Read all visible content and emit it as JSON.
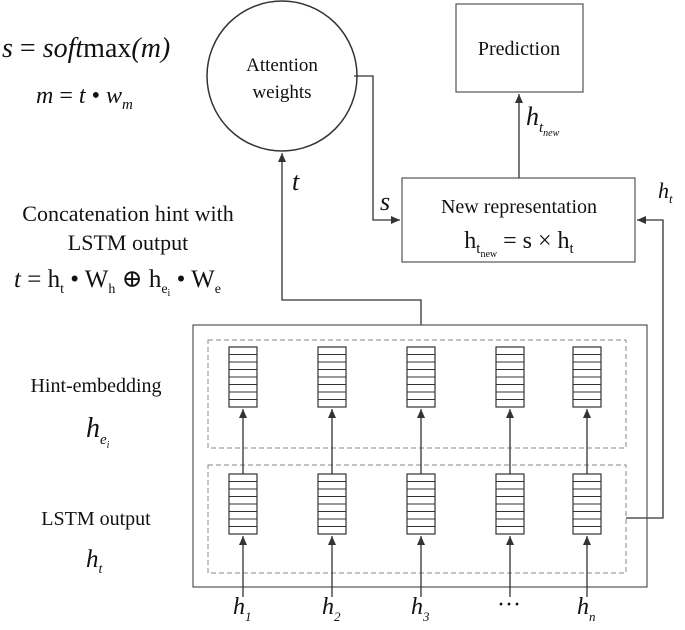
{
  "formulas": {
    "softmax": {
      "lhs": "s",
      "eq": " = ",
      "fn": "soft",
      "op": "max",
      "arg": "(m)"
    },
    "m_def": {
      "lhs": "m",
      "eq": " = ",
      "t": "t",
      "dot": " • ",
      "w": "w",
      "w_sub": "m"
    }
  },
  "concat": {
    "title_line1": "Concatenation hint with",
    "title_line2": "LSTM output",
    "formula": {
      "lhs": "t",
      "eq": " = ",
      "h": "h",
      "h_sub": "t",
      "dot": " • ",
      "W": "W",
      "W_sub": "h",
      "oplus": " ⊕ ",
      "he": "h",
      "he_sub": "e",
      "he_subsub": "i",
      "dot2": " • ",
      "We": "W",
      "We_sub": "e"
    }
  },
  "nodes": {
    "attention": {
      "line1": "Attention",
      "line2": "weights"
    },
    "prediction": "Prediction",
    "new_rep": {
      "title": "New representation",
      "formula": {
        "h": "h",
        "sub_t": "t",
        "sub_new": "new",
        "eq": " = ",
        "s": "s",
        "times": " × ",
        "h2": "h",
        "h2_sub": "t"
      }
    }
  },
  "edge_labels": {
    "t": "t",
    "s": "s",
    "ht_new": {
      "h": "h",
      "sub_t": "t",
      "sub_new": "new"
    },
    "ht_right": {
      "h": "h",
      "sub": "t"
    }
  },
  "rows": {
    "hint": {
      "label": "Hint-embedding",
      "sym": "h",
      "sym_sub": "e",
      "sym_subsub": "i"
    },
    "lstm": {
      "label": "LSTM output",
      "sym": "h",
      "sym_sub": "t"
    }
  },
  "inputs": [
    {
      "h": "h",
      "sub": "1"
    },
    {
      "h": "h",
      "sub": "2"
    },
    {
      "h": "h",
      "sub": "3"
    },
    {
      "h": "",
      "sub": "",
      "dots": "···"
    },
    {
      "h": "h",
      "sub": "n"
    }
  ]
}
